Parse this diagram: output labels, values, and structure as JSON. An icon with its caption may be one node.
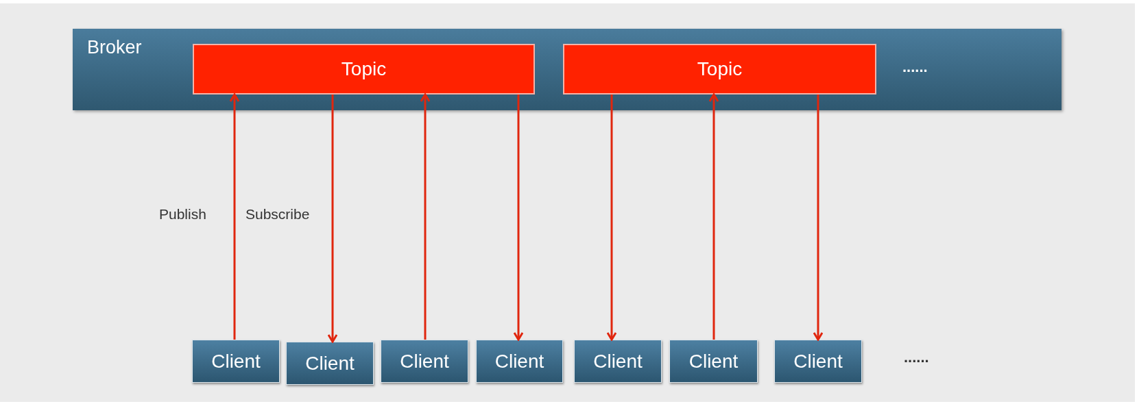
{
  "diagram": {
    "nodes": [
      {
        "text": [
          "Broker"
        ]
      },
      {
        "text": [
          "Topic"
        ],
        "in": 0
      },
      {
        "text": [
          "Topic"
        ],
        "in": 0
      },
      {
        "text": [
          "Client"
        ]
      },
      {
        "text": [
          "Client"
        ]
      },
      {
        "text": [
          "Client"
        ]
      },
      {
        "text": [
          "Client"
        ]
      },
      {
        "text": [
          "Client"
        ]
      },
      {
        "text": [
          "Client"
        ]
      },
      {
        "text": [
          "Client"
        ]
      }
    ],
    "edges": [
      {
        "from": 3,
        "to": 1,
        "arrow": "to",
        "label": "Publish"
      },
      {
        "from": 1,
        "to": 4,
        "arrow": "to",
        "label": "Subscribe"
      },
      {
        "from": 5,
        "to": 1,
        "arrow": "to"
      },
      {
        "from": 1,
        "to": 6,
        "arrow": "to"
      },
      {
        "from": 2,
        "to": 7,
        "arrow": "to"
      },
      {
        "from": 8,
        "to": 2,
        "arrow": "to"
      },
      {
        "from": 2,
        "to": 9,
        "arrow": "to"
      }
    ],
    "labels": [
      "......",
      "......"
    ]
  }
}
